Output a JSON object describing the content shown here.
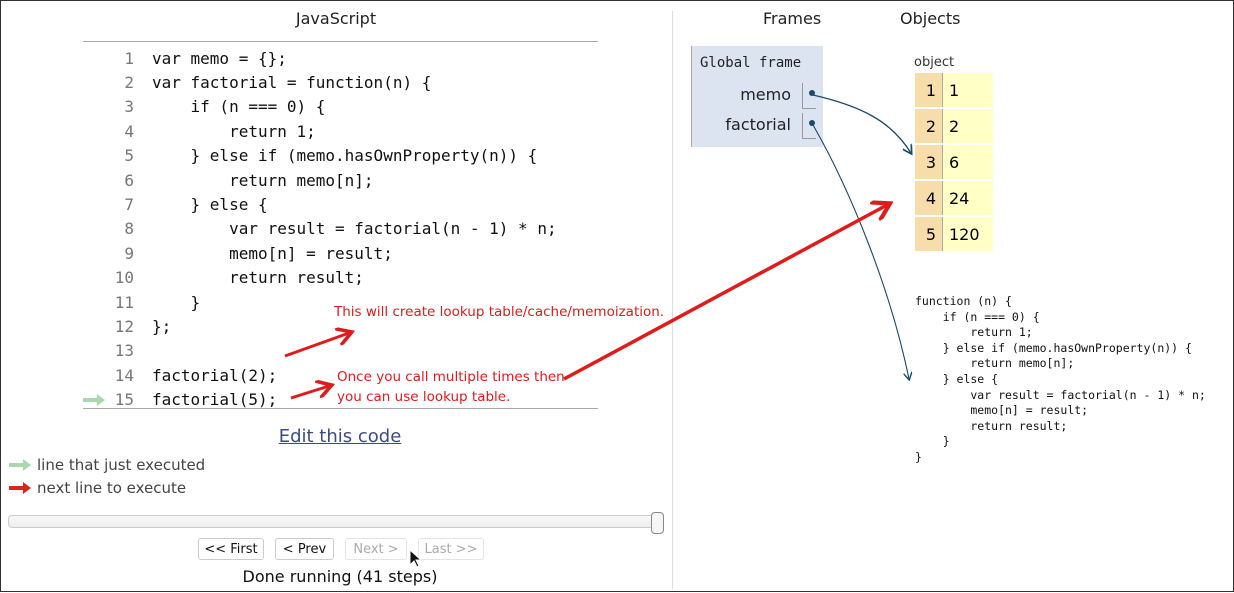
{
  "left_panel": {
    "title": "JavaScript",
    "code_lines": [
      {
        "num": "1",
        "text": "var memo = {};"
      },
      {
        "num": "2",
        "text": "var factorial = function(n) {"
      },
      {
        "num": "3",
        "text": "    if (n === 0) {"
      },
      {
        "num": "4",
        "text": "        return 1;"
      },
      {
        "num": "5",
        "text": "    } else if (memo.hasOwnProperty(n)) {"
      },
      {
        "num": "6",
        "text": "        return memo[n];"
      },
      {
        "num": "7",
        "text": "    } else {"
      },
      {
        "num": "8",
        "text": "        var result = factorial(n - 1) * n;"
      },
      {
        "num": "9",
        "text": "        memo[n] = result;"
      },
      {
        "num": "10",
        "text": "        return result;"
      },
      {
        "num": "11",
        "text": "    }"
      },
      {
        "num": "12",
        "text": "};"
      },
      {
        "num": "13",
        "text": ""
      },
      {
        "num": "14",
        "text": "factorial(2);"
      },
      {
        "num": "15",
        "text": "factorial(5);"
      }
    ],
    "edit_link": "Edit this code",
    "legend_executed": "line that just executed",
    "legend_next": "next line to execute",
    "buttons": {
      "first": "<< First",
      "prev": "< Prev",
      "next": "Next >",
      "last": "Last >>"
    },
    "status": "Done running (41 steps)",
    "slider_progress": 1.0
  },
  "annotations": {
    "note1": "This will create lookup table/cache/memoization.",
    "note2_line1": "Once you call multiple times then",
    "note2_line2": "you can use lookup table."
  },
  "right_panel": {
    "frames_header": "Frames",
    "objects_header": "Objects",
    "global_frame": "Global frame",
    "vars": [
      "memo",
      "factorial"
    ],
    "object_label": "object",
    "object_rows": [
      {
        "k": "1",
        "v": "1"
      },
      {
        "k": "2",
        "v": "2"
      },
      {
        "k": "3",
        "v": "6"
      },
      {
        "k": "4",
        "v": "24"
      },
      {
        "k": "5",
        "v": "120"
      }
    ],
    "function_code": "function (n) {\n    if (n === 0) {\n        return 1;\n    } else if (memo.hasOwnProperty(n)) {\n        return memo[n];\n    } else {\n        var result = factorial(n - 1) * n;\n        memo[n] = result;\n        return result;\n    }\n}"
  },
  "colors": {
    "accent_red": "#e01b1b",
    "green_arrow": "#a8d8b0",
    "pointer": "#1a4a6a"
  }
}
